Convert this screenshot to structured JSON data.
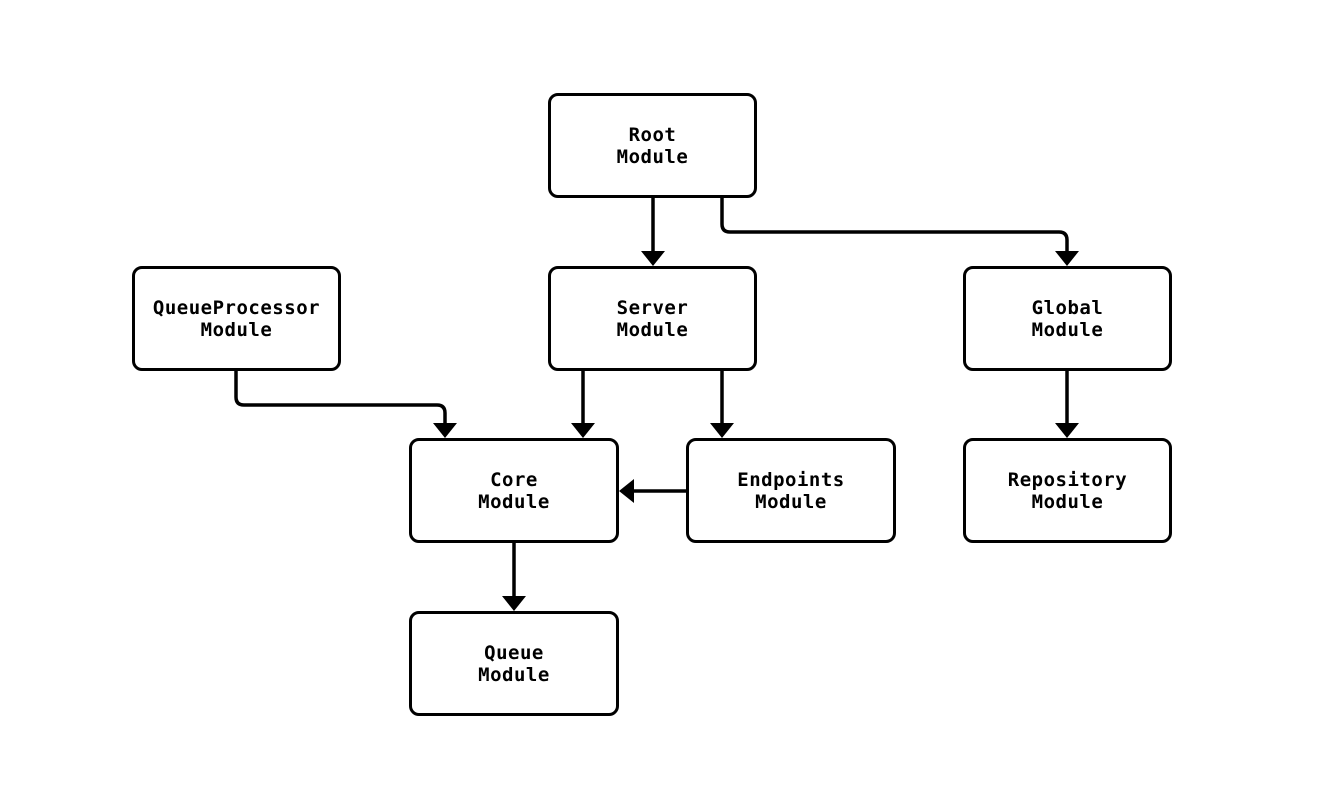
{
  "colors": {
    "background": "#ffffff",
    "node_fill": "#ffffff",
    "node_border": "#000000",
    "edge": "#000000",
    "text": "#000000"
  },
  "diagram": {
    "nodes": [
      {
        "id": "root",
        "label": "Root\nModule"
      },
      {
        "id": "server",
        "label": "Server\nModule"
      },
      {
        "id": "global",
        "label": "Global\nModule"
      },
      {
        "id": "queueprocessor",
        "label": "QueueProcessor\nModule"
      },
      {
        "id": "core",
        "label": "Core\nModule"
      },
      {
        "id": "endpoints",
        "label": "Endpoints\nModule"
      },
      {
        "id": "repository",
        "label": "Repository\nModule"
      },
      {
        "id": "queue",
        "label": "Queue\nModule"
      }
    ],
    "edges": [
      {
        "from": "root",
        "to": "server"
      },
      {
        "from": "root",
        "to": "global"
      },
      {
        "from": "queueprocessor",
        "to": "core"
      },
      {
        "from": "server",
        "to": "core"
      },
      {
        "from": "server",
        "to": "endpoints"
      },
      {
        "from": "endpoints",
        "to": "core"
      },
      {
        "from": "global",
        "to": "repository"
      },
      {
        "from": "core",
        "to": "queue"
      }
    ]
  }
}
